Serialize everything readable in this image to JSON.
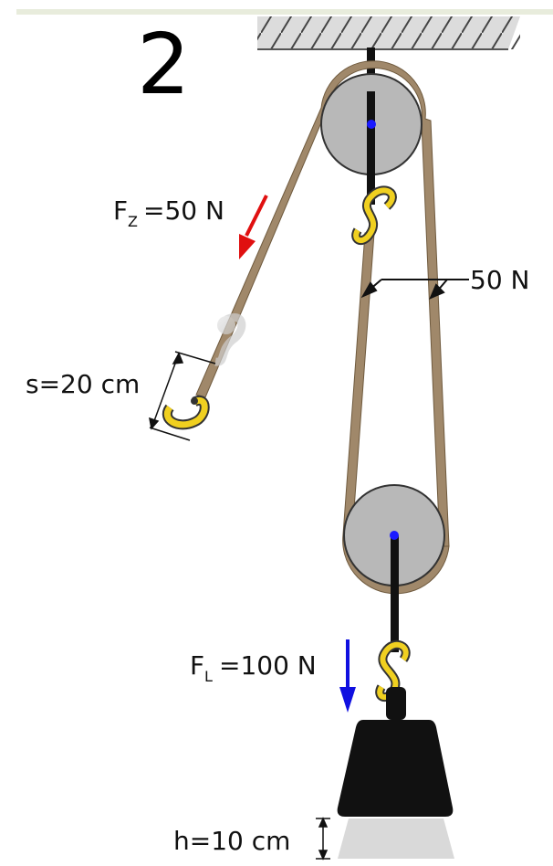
{
  "diagram": {
    "number": "2",
    "labels": {
      "pull_force_main": "F",
      "pull_force_sub": "Z",
      "pull_force_value": "=50 N",
      "rope_tension": "50 N",
      "pull_distance": "s=20 cm",
      "load_force_main": "F",
      "load_force_sub": "L",
      "load_force_value": "=100 N",
      "lift_height": "h=10 cm"
    },
    "colors": {
      "rope": "#a0886a",
      "pulley": "#b8b8b8",
      "hook": "#f0d020",
      "pull_arrow": "#e01010",
      "load_arrow": "#1010e0",
      "axle": "#1a1aff"
    }
  }
}
